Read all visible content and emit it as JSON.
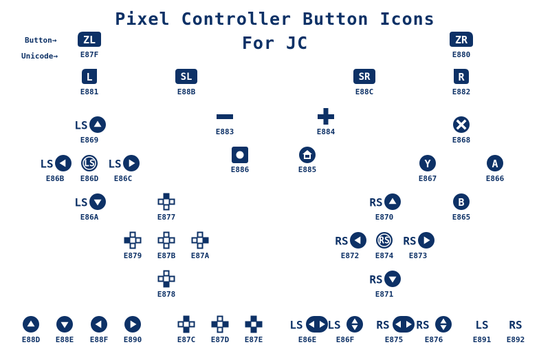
{
  "colors": {
    "ink": "#0d3166",
    "background": "#ffffff"
  },
  "title": {
    "line1": "Pixel Controller Button Icons",
    "line2": "For JC"
  },
  "legend": {
    "button_label": "Button→",
    "unicode_label": "Unicode→"
  },
  "icons": {
    "zl": {
      "code": "E87F",
      "text": "ZL",
      "icon": "zl-trigger-icon"
    },
    "zr": {
      "code": "E880",
      "text": "ZR",
      "icon": "zr-trigger-icon"
    },
    "l": {
      "code": "E881",
      "text": "L",
      "icon": "l-bumper-icon"
    },
    "sl": {
      "code": "E88B",
      "text": "SL",
      "icon": "sl-button-icon"
    },
    "sr": {
      "code": "E88C",
      "text": "SR",
      "icon": "sr-button-icon"
    },
    "r": {
      "code": "E882",
      "text": "R",
      "icon": "r-bumper-icon"
    },
    "minus": {
      "code": "E883",
      "icon": "minus-button-icon"
    },
    "plus": {
      "code": "E884",
      "icon": "plus-button-icon"
    },
    "capture": {
      "code": "E886",
      "icon": "capture-button-icon"
    },
    "home": {
      "code": "E885",
      "icon": "home-button-icon"
    },
    "x": {
      "code": "E868",
      "text": "X",
      "icon": "x-button-icon"
    },
    "y": {
      "code": "E867",
      "text": "Y",
      "icon": "y-button-icon"
    },
    "a": {
      "code": "E866",
      "text": "A",
      "icon": "a-button-icon"
    },
    "b": {
      "code": "E865",
      "text": "B",
      "icon": "b-button-icon"
    },
    "ls_up": {
      "code": "E869",
      "text": "LS",
      "icon": "left-stick-up-icon"
    },
    "ls_left": {
      "code": "E86B",
      "text": "LS",
      "icon": "left-stick-left-icon"
    },
    "ls_click": {
      "code": "E86D",
      "text": "LS",
      "icon": "left-stick-click-icon"
    },
    "ls_right": {
      "code": "E86C",
      "text": "LS",
      "icon": "left-stick-right-icon"
    },
    "ls_down": {
      "code": "E86A",
      "text": "LS",
      "icon": "left-stick-down-icon"
    },
    "dpad_up": {
      "code": "E877",
      "icon": "dpad-up-icon"
    },
    "dpad_left": {
      "code": "E879",
      "icon": "dpad-left-icon"
    },
    "dpad_none": {
      "code": "E87B",
      "icon": "dpad-icon"
    },
    "dpad_right": {
      "code": "E87A",
      "icon": "dpad-right-icon"
    },
    "dpad_down": {
      "code": "E878",
      "icon": "dpad-down-icon"
    },
    "rs_up": {
      "code": "E870",
      "text": "RS",
      "icon": "right-stick-up-icon"
    },
    "rs_left": {
      "code": "E872",
      "text": "RS",
      "icon": "right-stick-left-icon"
    },
    "rs_click": {
      "code": "E874",
      "text": "RS",
      "icon": "right-stick-click-icon"
    },
    "rs_right": {
      "code": "E873",
      "text": "RS",
      "icon": "right-stick-right-icon"
    },
    "rs_down": {
      "code": "E871",
      "text": "RS",
      "icon": "right-stick-down-icon"
    },
    "circle_up": {
      "code": "E88D",
      "icon": "direction-button-up-icon"
    },
    "circle_down": {
      "code": "E88E",
      "icon": "direction-button-down-icon"
    },
    "circle_left": {
      "code": "E88F",
      "icon": "direction-button-left-icon"
    },
    "circle_right": {
      "code": "E890",
      "icon": "direction-button-right-icon"
    },
    "dpad_ud": {
      "code": "E87C",
      "icon": "dpad-up-down-icon"
    },
    "dpad_lr": {
      "code": "E87D",
      "icon": "dpad-left-right-icon"
    },
    "dpad_all": {
      "code": "E87E",
      "icon": "dpad-all-icon"
    },
    "ls_lr": {
      "code": "E86E",
      "text": "LS",
      "icon": "left-stick-left-right-icon"
    },
    "ls_ud": {
      "code": "E86F",
      "text": "LS",
      "icon": "left-stick-up-down-icon"
    },
    "rs_lr": {
      "code": "E875",
      "text": "RS",
      "icon": "right-stick-left-right-icon"
    },
    "rs_ud": {
      "code": "E876",
      "text": "RS",
      "icon": "right-stick-up-down-icon"
    },
    "ls_plain": {
      "code": "E891",
      "text": "LS",
      "icon": "left-stick-label-icon"
    },
    "rs_plain": {
      "code": "E892",
      "text": "RS",
      "icon": "right-stick-label-icon"
    }
  }
}
